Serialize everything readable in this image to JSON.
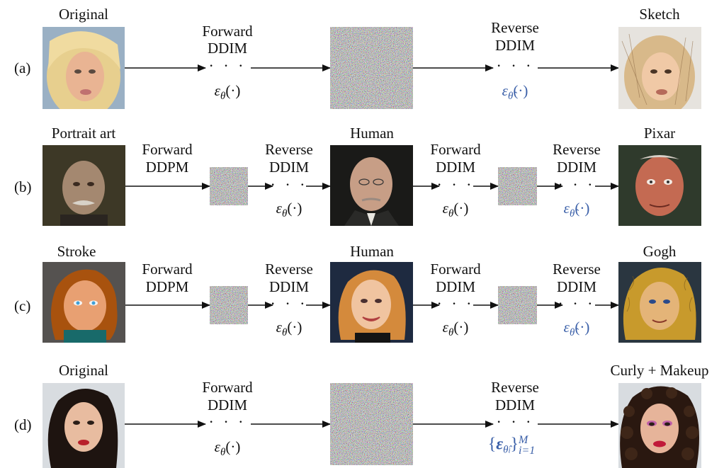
{
  "rows": [
    {
      "tag": "(a)",
      "images": [
        {
          "title": "Original",
          "kind": "blonde-face"
        },
        {
          "title": "",
          "kind": "noise-large"
        },
        {
          "title": "Sketch",
          "kind": "sketch-face"
        }
      ],
      "steps": [
        {
          "top": "Forward",
          "bottom": "DDIM",
          "eps": "ε",
          "theta": "θ",
          "hat": false
        },
        {
          "top": "Reverse",
          "bottom": "DDIM",
          "eps": "ε",
          "theta": "θ̂",
          "hat": true
        }
      ]
    },
    {
      "tag": "(b)",
      "titles": [
        "Portrait art",
        "Human",
        "Pixar"
      ],
      "steps": [
        {
          "top": "Forward",
          "bottom": "DDPM"
        },
        {
          "top": "Reverse",
          "bottom": "DDIM",
          "eps": "ε",
          "theta": "θ"
        },
        {
          "top": "Forward",
          "bottom": "DDIM",
          "eps": "ε",
          "theta": "θ"
        },
        {
          "top": "Reverse",
          "bottom": "DDIM",
          "eps": "ε",
          "theta": "θ̂",
          "hat": true
        }
      ]
    },
    {
      "tag": "(c)",
      "titles": [
        "Stroke",
        "Human",
        "Gogh"
      ],
      "steps": [
        {
          "top": "Forward",
          "bottom": "DDPM"
        },
        {
          "top": "Reverse",
          "bottom": "DDIM",
          "eps": "ε",
          "theta": "θ"
        },
        {
          "top": "Forward",
          "bottom": "DDIM",
          "eps": "ε",
          "theta": "θ"
        },
        {
          "top": "Reverse",
          "bottom": "DDIM",
          "eps": "ε",
          "theta": "θ̂",
          "hat": true
        }
      ]
    },
    {
      "tag": "(d)",
      "titles": [
        "Original",
        "Curly + Makeup"
      ],
      "steps": [
        {
          "top": "Forward",
          "bottom": "DDIM",
          "eps": "ε",
          "theta": "θ"
        },
        {
          "top": "Reverse",
          "bottom": "DDIM",
          "set_open": "{",
          "set_eps": "ε",
          "set_theta": "θ̂",
          "set_i": "i",
          "set_close": "}",
          "set_sup": "M",
          "set_sub": "i=1"
        }
      ]
    }
  ],
  "paren_open": "(",
  "paren_close": ")",
  "cdot": "·",
  "dots": "· · ·",
  "colors": {
    "blue": "#3a5fa8",
    "text": "#111111"
  }
}
